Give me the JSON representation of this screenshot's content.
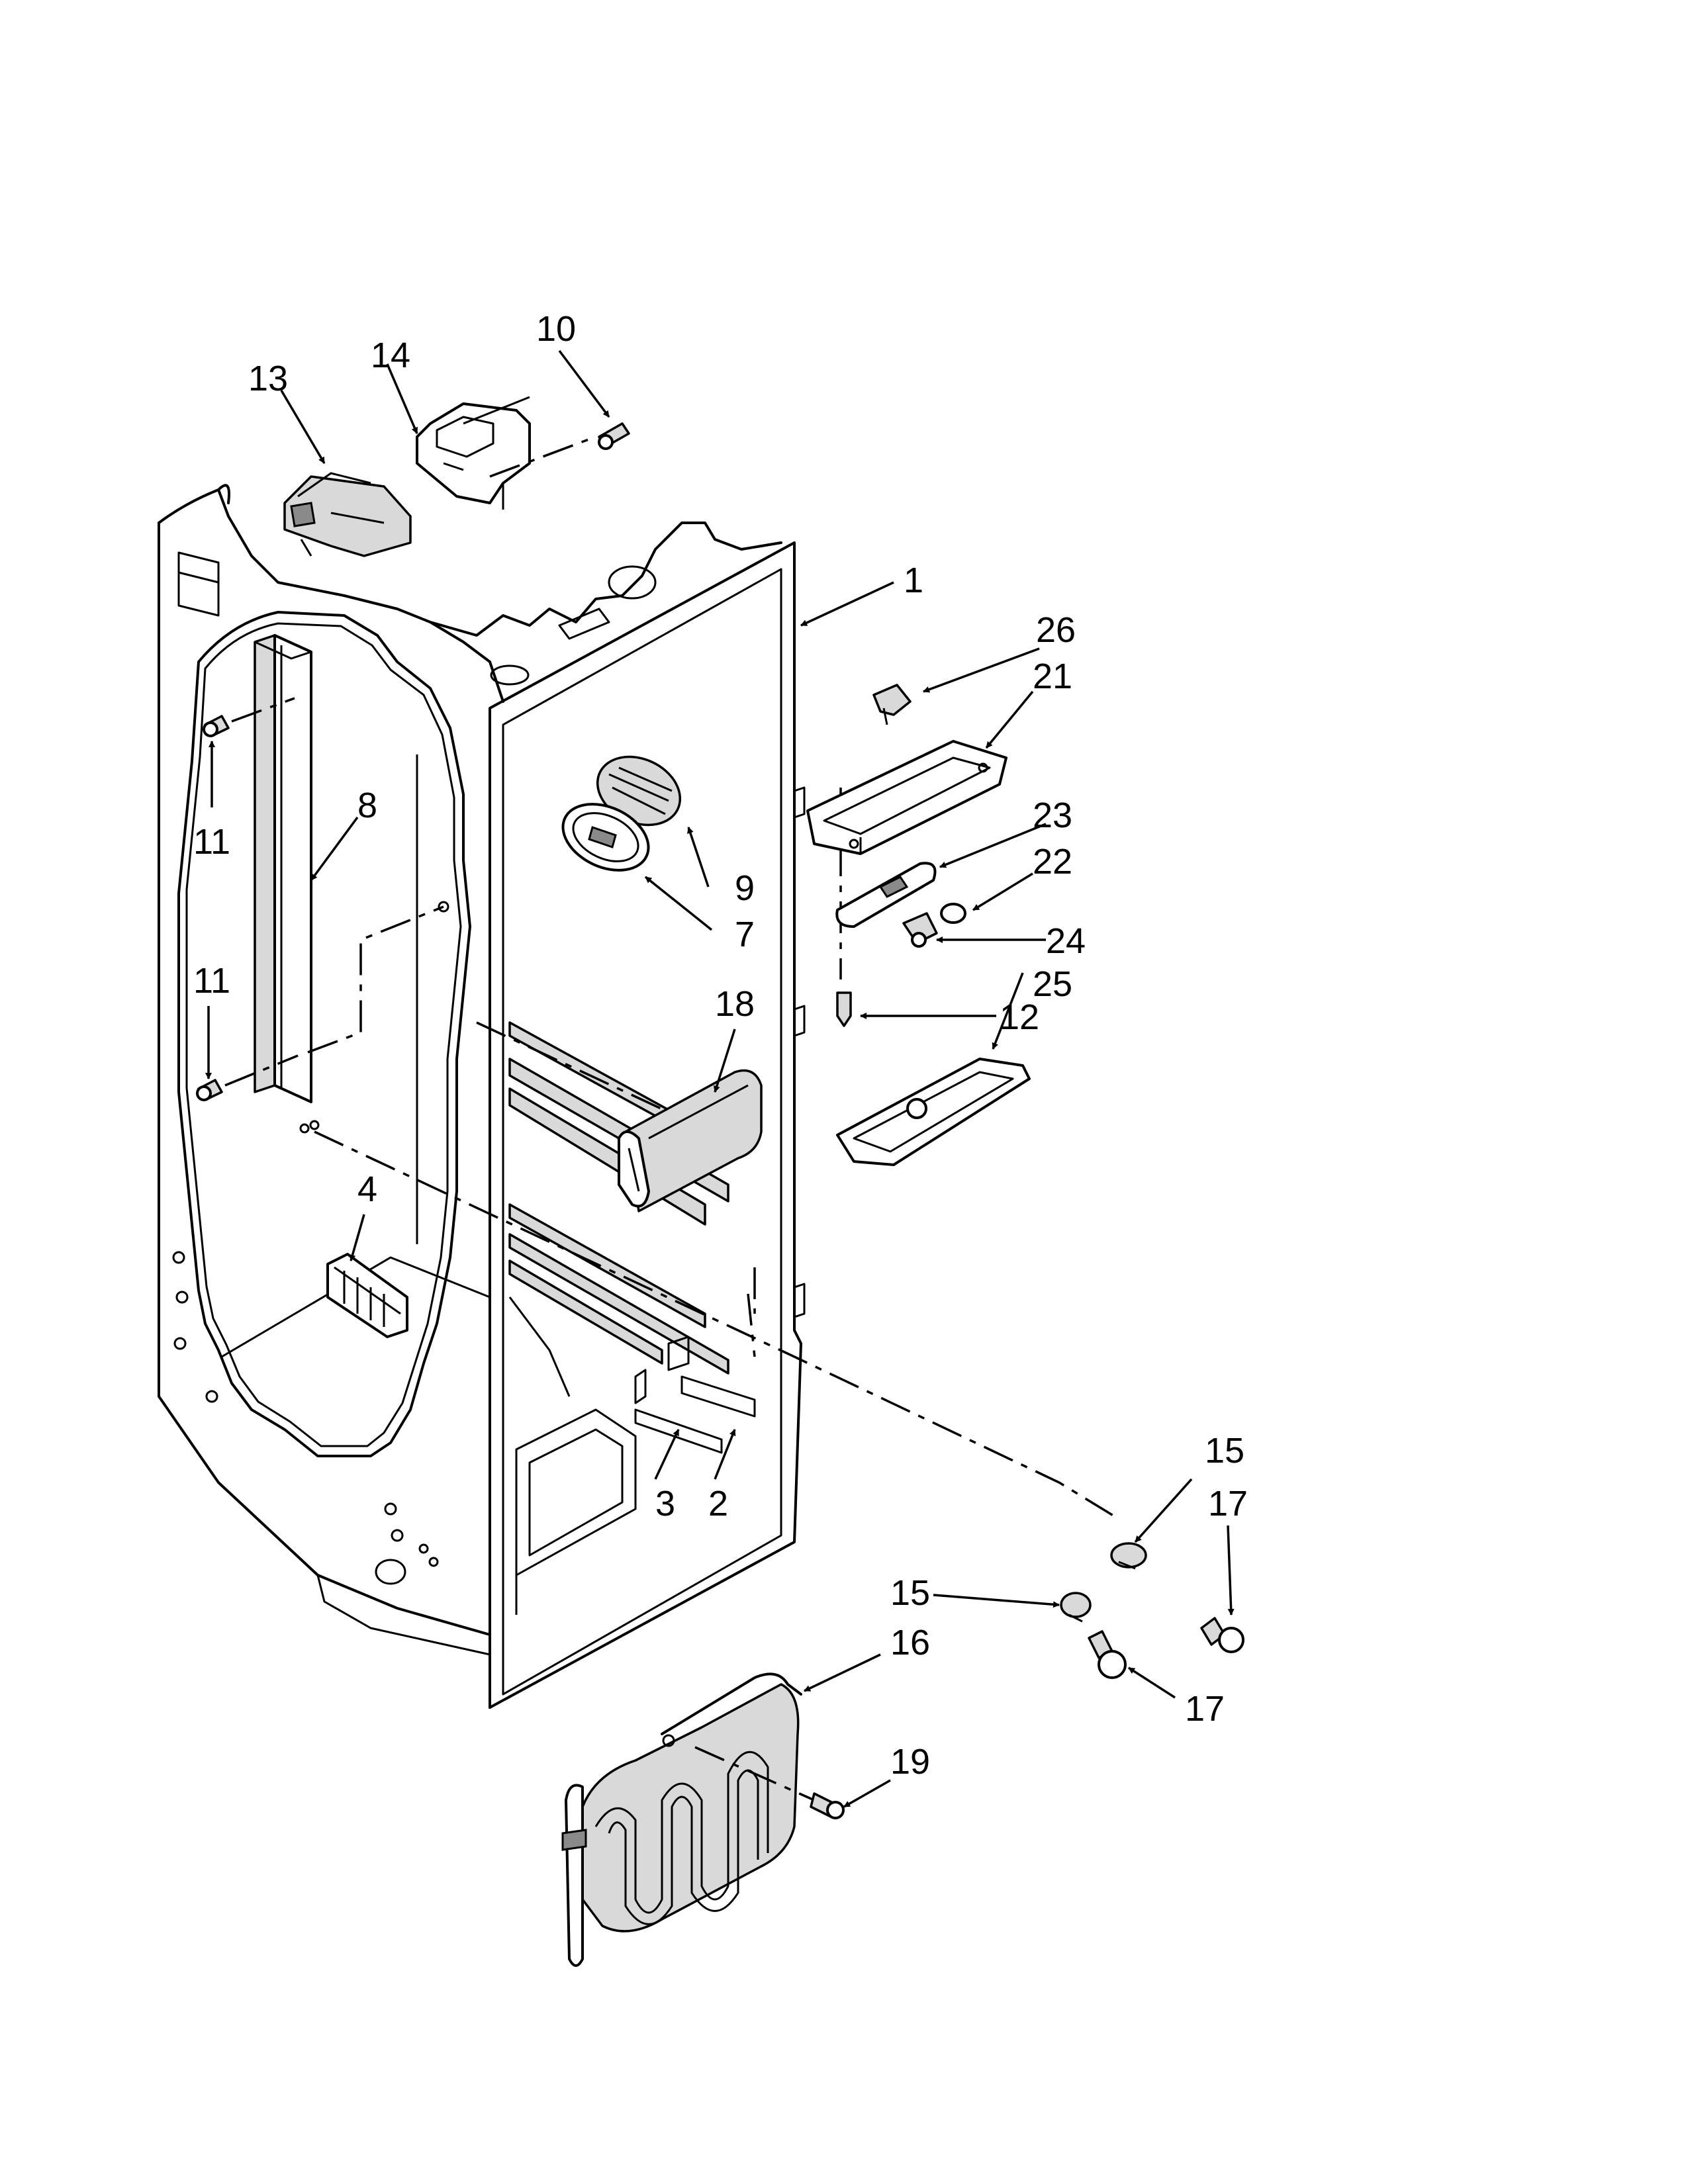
{
  "callouts": [
    {
      "id": "c1",
      "label": "1"
    },
    {
      "id": "c2",
      "label": "2"
    },
    {
      "id": "c3",
      "label": "3"
    },
    {
      "id": "c4",
      "label": "4"
    },
    {
      "id": "c7",
      "label": "7"
    },
    {
      "id": "c8",
      "label": "8"
    },
    {
      "id": "c9",
      "label": "9"
    },
    {
      "id": "c10",
      "label": "10"
    },
    {
      "id": "c11a",
      "label": "11"
    },
    {
      "id": "c11b",
      "label": "11"
    },
    {
      "id": "c12",
      "label": "12"
    },
    {
      "id": "c13",
      "label": "13"
    },
    {
      "id": "c14",
      "label": "14"
    },
    {
      "id": "c15a",
      "label": "15"
    },
    {
      "id": "c15b",
      "label": "15"
    },
    {
      "id": "c16",
      "label": "16"
    },
    {
      "id": "c17a",
      "label": "17"
    },
    {
      "id": "c17b",
      "label": "17"
    },
    {
      "id": "c18",
      "label": "18"
    },
    {
      "id": "c19",
      "label": "19"
    },
    {
      "id": "c21",
      "label": "21"
    },
    {
      "id": "c22",
      "label": "22"
    },
    {
      "id": "c23",
      "label": "23"
    },
    {
      "id": "c24",
      "label": "24"
    },
    {
      "id": "c25",
      "label": "25"
    },
    {
      "id": "c26",
      "label": "26"
    }
  ]
}
